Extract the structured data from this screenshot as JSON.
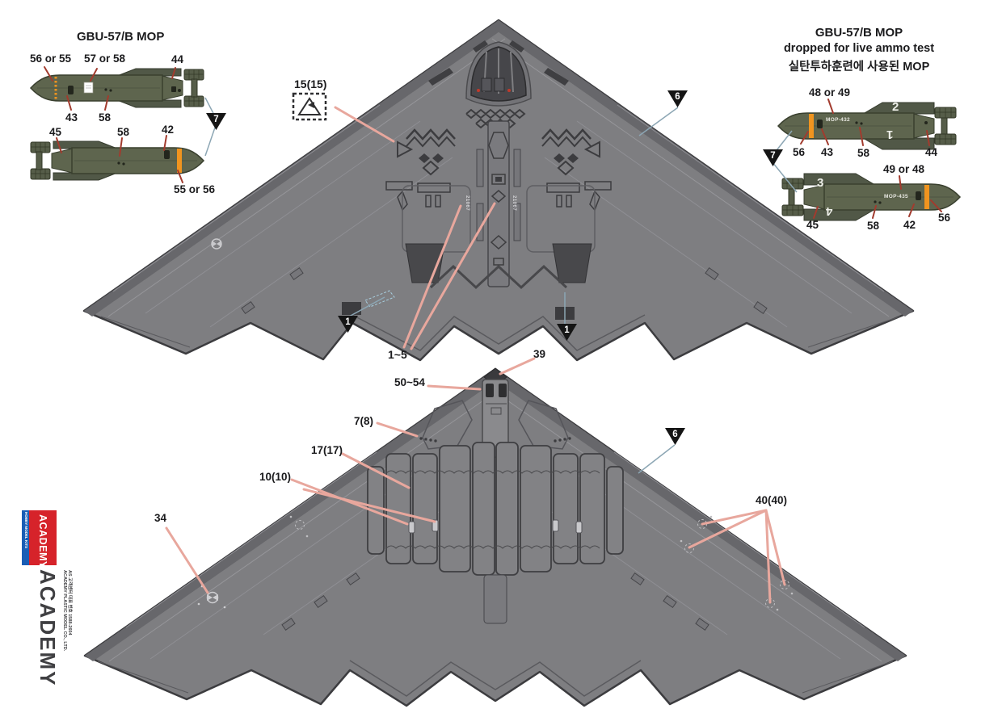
{
  "colors": {
    "aircraft_gray": "#7e7e81",
    "panel_line_dark": "#3c3c3f",
    "bomb_olive": "#5e654e",
    "band_orange": "#f0941f",
    "leader_pink": "#e8a79d",
    "leader_slate": "#8ca6b4",
    "leader_red": "#a23b2e",
    "logo_red": "#d6232a",
    "logo_blue": "#1a5eb5"
  },
  "left_bomb_group": {
    "title": "GBU-57/B MOP",
    "callout_56_55": "56 or 55",
    "callout_57_58": "57 or 58",
    "callout_44": "44",
    "callout_43": "43",
    "callout_58_top": "58",
    "callout_45": "45",
    "callout_58_bottom": "58",
    "callout_42": "42",
    "callout_55_56": "55 or 56",
    "triangle": "7"
  },
  "right_bomb_group": {
    "title_line1": "GBU-57/B MOP",
    "title_line2": "dropped for live ammo test",
    "title_line3": "실탄투하훈련에 사용된 MOP",
    "callout_48_49": "48 or 49",
    "callout_56_top": "56",
    "callout_43": "43",
    "callout_58_top": "58",
    "callout_44": "44",
    "callout_49_48": "49 or 48",
    "callout_45": "45",
    "callout_58_bottom": "58",
    "callout_42": "42",
    "callout_56_bottom": "56",
    "decal_mop_top": "MOP-432",
    "decal_mop_bottom": "MOP-435",
    "fin_number_2": "2",
    "fin_number_1": "1",
    "fin_number_3": "3",
    "fin_number_4": "4",
    "triangle": "7"
  },
  "top_view": {
    "callout_paint": "15(15)",
    "callout_triangle_6": "6",
    "callout_triangle_1_left": "1",
    "callout_triangle_1_right": "1",
    "callout_decals_1_5": "1~5",
    "spine_serial": "21067"
  },
  "bottom_view": {
    "callout_39": "39",
    "callout_50_54": "50~54",
    "callout_7_8": "7(8)",
    "callout_17_17": "17(17)",
    "callout_10_10": "10(10)",
    "callout_34": "34",
    "callout_40_40": "40(40)",
    "callout_triangle_6": "6"
  },
  "logo": {
    "brand": "ACADEMY",
    "tagline": "HOBBY MODEL KITS",
    "wordmark": "ACADEMY",
    "company": "ACADEMY PLASTIC MODEL CO., LTD.",
    "service": "AS 고객센터 대표 번호 1588-2604"
  }
}
